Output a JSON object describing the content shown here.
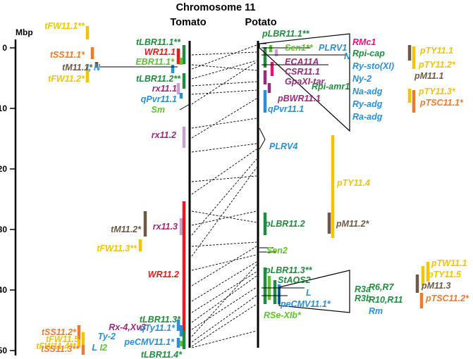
{
  "title": "Chromosome 11",
  "tomato_header": "Tomato",
  "potato_header": "Potato",
  "axis": {
    "unit_label": "Mbp",
    "ticks": [
      "0",
      "10",
      "20",
      "30",
      "40",
      "50"
    ]
  },
  "colors": {
    "yellow": "#f2c500",
    "orange": "#f07a2a",
    "brown": "#6e5a44",
    "dkgreen": "#1e8e3e",
    "ltgreen": "#5ec42a",
    "red": "#e41a1c",
    "blue": "#2a8fd8",
    "purple": "#9c2a7c",
    "pink": "#e8107c",
    "lilac": "#c9a0d0",
    "black": "#000000"
  },
  "tomato_left_qtls": [
    {
      "label": "tFW11.1**",
      "color": "yellow"
    },
    {
      "label": "tSS11.1*",
      "color": "orange"
    },
    {
      "label": "tM11.1*",
      "color": "brown"
    },
    {
      "label": "tFW11.2*",
      "color": "yellow"
    },
    {
      "label": "tM11.2*",
      "color": "brown"
    },
    {
      "label": "tFW11.3**",
      "color": "yellow"
    },
    {
      "label": "tSS11.2*",
      "color": "orange"
    },
    {
      "label": "tFW11.5",
      "color": "yellow"
    },
    {
      "label": "tFW11.4**",
      "color": "yellow"
    },
    {
      "label": "tSS11.3**",
      "color": "orange"
    }
  ],
  "tomato_genes": [
    {
      "label": "tLBR11.1**",
      "color": "dkgreen"
    },
    {
      "label": "WR11.1",
      "color": "red"
    },
    {
      "label": "EBR11.1*",
      "color": "ltgreen"
    },
    {
      "label": "I, N",
      "color": "blue"
    },
    {
      "label": "tLBR11.2**",
      "color": "dkgreen"
    },
    {
      "label": "rx11.1",
      "color": "purple"
    },
    {
      "label": "qPvr11.1",
      "color": "blue"
    },
    {
      "label": "Sm",
      "color": "ltgreen"
    },
    {
      "label": "rx11.2",
      "color": "purple"
    },
    {
      "label": "rx11.3",
      "color": "purple"
    },
    {
      "label": "WR11.2",
      "color": "red"
    },
    {
      "label": "tLBR11.3*",
      "color": "dkgreen"
    },
    {
      "label": "Rx-4,Xv3",
      "color": "purple"
    },
    {
      "label": "qTy11.1*",
      "color": "blue"
    },
    {
      "label": "Ty-2",
      "color": "blue"
    },
    {
      "label": "peCMV11.1*",
      "color": "blue"
    },
    {
      "label": "L",
      "color": "blue"
    },
    {
      "label": "I2",
      "color": "ltgreen"
    },
    {
      "label": "tLBR11.4*",
      "color": "dkgreen"
    }
  ],
  "potato_genes": [
    {
      "label": "pLBR11.1**",
      "color": "dkgreen"
    },
    {
      "label": "Sen1**",
      "color": "ltgreen"
    },
    {
      "label": "PLRV1",
      "color": "blue"
    },
    {
      "label": "N",
      "color": "blue"
    },
    {
      "label": "ECA11A",
      "color": "purple"
    },
    {
      "label": "CSR11.1",
      "color": "purple"
    },
    {
      "label": "GpaXI-tar",
      "color": "purple"
    },
    {
      "label": "Rpi-amr1",
      "color": "dkgreen"
    },
    {
      "label": "pBWR11.1",
      "color": "purple"
    },
    {
      "label": "qPvr11.1",
      "color": "blue"
    },
    {
      "label": "PLRV4",
      "color": "blue"
    },
    {
      "label": "pLBR11.2",
      "color": "dkgreen"
    },
    {
      "label": "Sen2",
      "color": "ltgreen"
    },
    {
      "label": "pLBR11.3**",
      "color": "dkgreen"
    },
    {
      "label": "StAOS2",
      "color": "dkgreen"
    },
    {
      "label": "L",
      "color": "blue"
    },
    {
      "label": "peCMV11.1*",
      "color": "blue"
    },
    {
      "label": "RSe-XIb*",
      "color": "ltgreen"
    }
  ],
  "potato_clusters": [
    {
      "label": "RMc1",
      "color": "pink"
    },
    {
      "label": "Rpi-cap",
      "color": "dkgreen"
    },
    {
      "label": "Ry-sto(XI)",
      "color": "blue"
    },
    {
      "label": "Ny-2",
      "color": "blue"
    },
    {
      "label": "Na-adg",
      "color": "blue"
    },
    {
      "label": "Ry-adg",
      "color": "blue"
    },
    {
      "label": "Ra-adg",
      "color": "blue"
    },
    {
      "label": "R3a",
      "color": "dkgreen"
    },
    {
      "label": "R3b",
      "color": "dkgreen"
    },
    {
      "label": "R6,R7",
      "color": "dkgreen"
    },
    {
      "label": "R10,R11",
      "color": "dkgreen"
    },
    {
      "label": "Rm",
      "color": "blue"
    }
  ],
  "potato_right_qtls": [
    {
      "label": "pTY11.1",
      "color": "yellow"
    },
    {
      "label": "pTY11.2*",
      "color": "yellow"
    },
    {
      "label": "pM11.1",
      "color": "brown"
    },
    {
      "label": "pTY11.3*",
      "color": "yellow"
    },
    {
      "label": "pTSC11.1*",
      "color": "orange"
    },
    {
      "label": "pTY11.4",
      "color": "yellow"
    },
    {
      "label": "pM11.2*",
      "color": "brown"
    },
    {
      "label": "pTW11.1",
      "color": "yellow"
    },
    {
      "label": "pTY11.5",
      "color": "yellow"
    },
    {
      "label": "pM11.3",
      "color": "brown"
    },
    {
      "label": "pTSC11.2*",
      "color": "orange"
    }
  ]
}
